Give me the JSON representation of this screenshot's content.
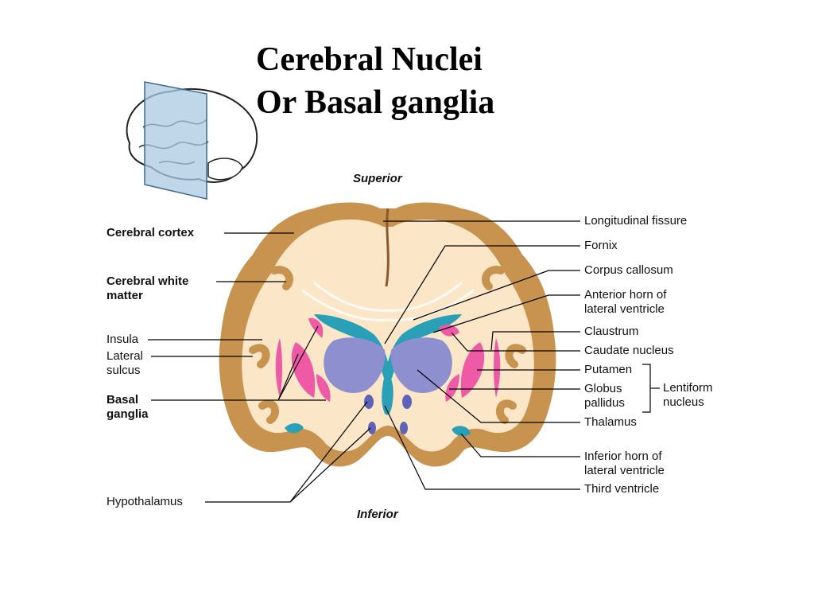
{
  "title": {
    "line1": "Cerebral Nuclei",
    "line2": "Or Basal ganglia"
  },
  "orientation": {
    "superior": "Superior",
    "inferior": "Inferior"
  },
  "labels_left": {
    "cerebral_cortex": "Cerebral cortex",
    "cerebral_white_matter_line1": "Cerebral white",
    "cerebral_white_matter_line2": "matter",
    "insula": "Insula",
    "lateral_sulcus_line1": "Lateral",
    "lateral_sulcus_line2": "sulcus",
    "basal_ganglia_line1": "Basal",
    "basal_ganglia_line2": "ganglia",
    "hypothalamus": "Hypothalamus"
  },
  "labels_right": {
    "longitudinal_fissure": "Longitudinal fissure",
    "fornix": "Fornix",
    "corpus_callosum": "Corpus callosum",
    "anterior_horn_line1": "Anterior horn of",
    "anterior_horn_line2": "lateral ventricle",
    "claustrum": "Claustrum",
    "caudate_nucleus": "Caudate nucleus",
    "putamen": "Putamen",
    "globus_pallidus_line1": "Globus",
    "globus_pallidus_line2": "pallidus",
    "lentiform_line1": "Lentiform",
    "lentiform_line2": "nucleus",
    "thalamus": "Thalamus",
    "inferior_horn_line1": "Inferior horn of",
    "inferior_horn_line2": "lateral ventricle",
    "third_ventricle": "Third ventricle"
  },
  "colors": {
    "cortex": "#c8924f",
    "white_matter": "#fbe6c8",
    "basal_nuclei": "#ee5aa6",
    "ventricle": "#2aa0b8",
    "thalamus": "#8d8fcf",
    "leader_line": "#000000"
  }
}
